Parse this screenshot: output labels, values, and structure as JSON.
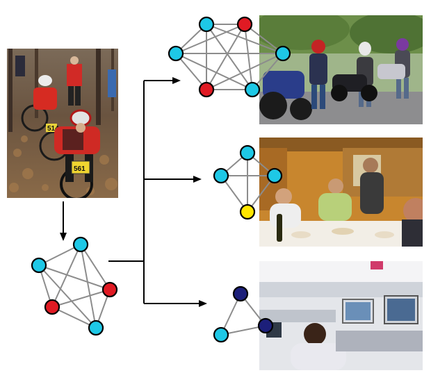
{
  "colors": {
    "cyan": "#1ec8e6",
    "red": "#e01a23",
    "yellow": "#ffe600",
    "navy": "#1c1f7a",
    "edge": "#8c8c8c",
    "arrow": "#000000"
  },
  "photos": {
    "cyclists": {
      "bib_front": "561",
      "bib_back": "514"
    }
  },
  "graphs": [
    {
      "name": "input-group-graph",
      "nodes": [
        "cyan",
        "cyan",
        "red",
        "red",
        "cyan"
      ]
    },
    {
      "name": "bikers-group-graph",
      "nodes": [
        "cyan",
        "cyan",
        "red",
        "cyan",
        "red",
        "cyan"
      ]
    },
    {
      "name": "dinner-group-graph",
      "nodes": [
        "cyan",
        "cyan",
        "cyan",
        "yellow"
      ]
    },
    {
      "name": "office-group-graph",
      "nodes": [
        "navy",
        "navy",
        "cyan"
      ]
    }
  ]
}
